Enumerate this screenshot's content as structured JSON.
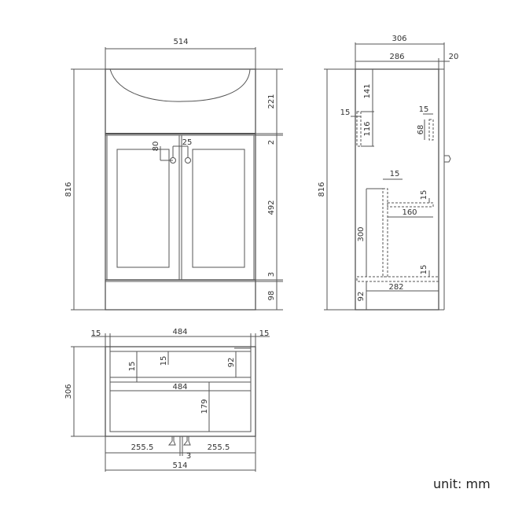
{
  "front": {
    "width": "514",
    "height": "816",
    "basin_h": "221",
    "gap": "2",
    "door_h": "492",
    "plinth_gap": "3",
    "plinth_h": "98",
    "handle_h": "80",
    "handle_gap": "25"
  },
  "side": {
    "depth": "306",
    "inner_depth": "286",
    "front_lip": "20",
    "height": "816",
    "top_h": "141",
    "rail_thk": "15",
    "rail_h": "116",
    "right_rail_thk": "15",
    "right_rail_h": "68",
    "shelf_thk": "15",
    "shelf_post": "15",
    "shelf_depth": "160",
    "shelf_height": "300",
    "base_thk": "15",
    "base_depth": "282",
    "base_h": "92"
  },
  "top": {
    "side_left": "15",
    "inner_width": "484",
    "side_right": "15",
    "rail_w": "15",
    "rail_front": "15",
    "rail_depth": "92",
    "depth": "306",
    "shelf_width": "484",
    "shelf_depth": "179",
    "door_left": "255.5",
    "door_gap": "3",
    "door_right": "255.5",
    "width": "514"
  },
  "unit": "unit: mm",
  "colors": {
    "line": "#555555",
    "text": "#333333"
  }
}
